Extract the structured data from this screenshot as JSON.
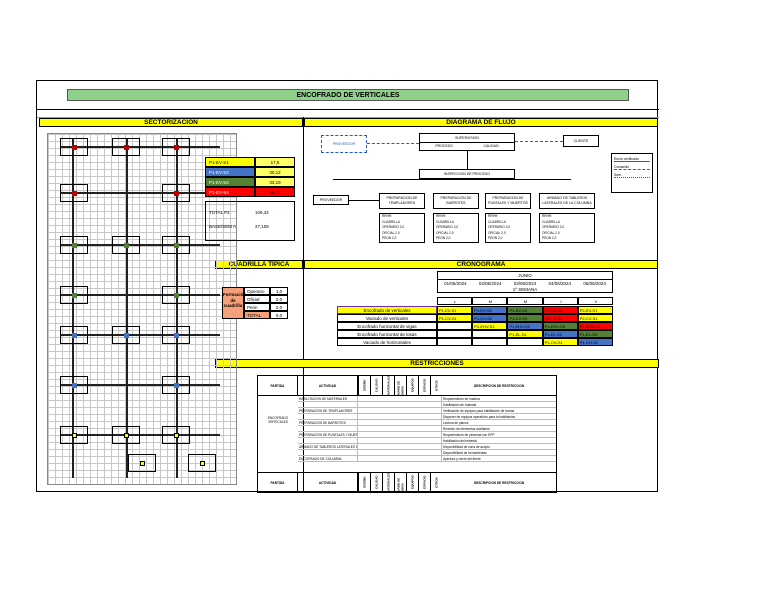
{
  "title": "ENCOFRADO DE VERTICALES",
  "sections": {
    "sectorizacion": "SECTORIZACIÓN",
    "diagrama": "DIAGRAMA DE FLUJO",
    "cuadrilla": "CUADRILLA TÍPICA",
    "cronograma": "CRONOGRAMA",
    "restricciones": "RESTRICCIONES"
  },
  "sectors": [
    {
      "label": "P1-EV-S1",
      "value": "17,5",
      "color": "#ffff00"
    },
    {
      "label": "P1-EV-S2",
      "value": "30,12",
      "color": "#4472c4"
    },
    {
      "label": "P1-EV-S3",
      "value": "33,19",
      "color": "#548235"
    },
    {
      "label": "P1-EV-S4",
      "value": "28,31",
      "color": "#ff0000"
    }
  ],
  "totals": [
    {
      "label": "TOTAL P2",
      "value": "109,42"
    },
    {
      "label": "BASE/SEM A",
      "value": "27,108"
    }
  ],
  "flow": {
    "proveedor_top": "PROVEEDOR",
    "supervision": "SUPERVISION",
    "proceso": "PROCESO",
    "calidad": "CALIDAD",
    "cliente": "CLIENTE",
    "inspeccion": "INSPECCION DE PROCESO",
    "proveedor": "PROVEEDOR",
    "prep_templadores": "PREPARACION DE TEMPLADORES",
    "prep_barrotes": "PREPARACION DE BARROTES",
    "prep_puntales": "PREPARACION DE PUNTALES Y MUERTOS",
    "armado_tableros": "ARMADO DE TABLEROS LATERALES DE LA COLUMNA",
    "crew_lines": [
      "RRHH:",
      "CUADRILLA",
      "OPERARIO 2,0",
      "OFICIAL 2,0",
      "PEON 2,0"
    ]
  },
  "legend": [
    "Envío verificado",
    "Comando",
    "Sent"
  ],
  "crew": {
    "side_label": "Formación de cuadrilla",
    "rows": [
      {
        "name": "Operario",
        "value": "1,0"
      },
      {
        "name": "Oficial",
        "value": "2,0"
      },
      {
        "name": "Peón",
        "value": "2,0"
      },
      {
        "name": "TOTAL",
        "value": "5,0"
      }
    ]
  },
  "schedule": {
    "month": "JUNIO",
    "dates": [
      "01/06/2024",
      "02/06/2024",
      "03/06/2024",
      "04/06/2024",
      "05/06/2024"
    ],
    "week": "1º SEMANA",
    "days": [
      "L",
      "M",
      "M",
      "J",
      "V"
    ],
    "activities": [
      {
        "name": "Encofrado de verticales",
        "cells": [
          "P1-EV-S1",
          "P1-EV-S2",
          "P1-EV-S3",
          "P1-EV-S4",
          "P2-EV-S1"
        ]
      },
      {
        "name": "Vaciado de verticales",
        "cells": [
          "P1-CV-S1",
          "P1-CV-S2",
          "P1-CV-S3",
          "P1-CV-S4",
          "P2-CV-S1"
        ]
      },
      {
        "name": "Encofrado horizontal de vigas",
        "cells": [
          "",
          "P1-EHV-S1",
          "P1-EHV-S2",
          "P1-EHV-S3",
          "P1-EHV-S4"
        ]
      },
      {
        "name": "Encofrado horizontal de losas",
        "cells": [
          "",
          "",
          "P1-EL-S1",
          "P1-EL-S2",
          "P1-EL-S3"
        ]
      },
      {
        "name": "Vaciado de horizontales",
        "cells": [
          "",
          "",
          "",
          "P1-CH-S1",
          "P1-CH-S2"
        ]
      }
    ],
    "colors": [
      [
        "#ffff00",
        "#4472c4",
        "#548235",
        "#ff0000",
        "#ffff00"
      ],
      [
        "#ffff00",
        "#4472c4",
        "#548235",
        "#ff0000",
        "#ffff00"
      ],
      [
        "#ffffff",
        "#ffff00",
        "#4472c4",
        "#548235",
        "#ff0000"
      ],
      [
        "#ffffff",
        "#ffffff",
        "#ffff00",
        "#4472c4",
        "#548235"
      ],
      [
        "#ffffff",
        "#ffffff",
        "#ffffff",
        "#ffff00",
        "#4472c4"
      ]
    ]
  },
  "restr": {
    "headers": [
      "PARTIDA",
      "ACTIVIDAD",
      "DISEÑO",
      "CALIDAD",
      "MATERIALES",
      "MANO DE OBRA",
      "EQUIPOS",
      "ESPACIO",
      "OTROS",
      "DESCRIPCION DE RESTRICCION"
    ],
    "partida": "ENCOFRADO VERTICALES",
    "rows": [
      {
        "act": "HABILITACION DE MATERIALES",
        "desc": "Requerimiento de madera"
      },
      {
        "act": "",
        "desc": "Habilitación de material"
      },
      {
        "act": "PREPARACION DE TEMPLADORES",
        "desc": "Verificación de equipos para habilitación de barras"
      },
      {
        "act": "",
        "desc": "Disponer de equipos operativos para la habilitación"
      },
      {
        "act": "PREPARACION DE BARROTES",
        "desc": "Lectura de planos"
      },
      {
        "act": "",
        "desc": "Revisión de elementos auxiliares"
      },
      {
        "act": "PREPARACION DE PUNTALES Y MUERTOS",
        "desc": "Requerimiento de personal con EPP"
      },
      {
        "act": "",
        "desc": "Habilitación del material"
      },
      {
        "act": "ARMADO DE TABLEROS LATERALES DE LA COLUMNA",
        "desc": "Disponibilidad de zona de acopio"
      },
      {
        "act": "",
        "desc": "Disponibilidad de herramientas"
      },
      {
        "act": "ENCOFRADO DE COLUMNA",
        "desc": "Apertura y cierre del frente"
      }
    ]
  }
}
